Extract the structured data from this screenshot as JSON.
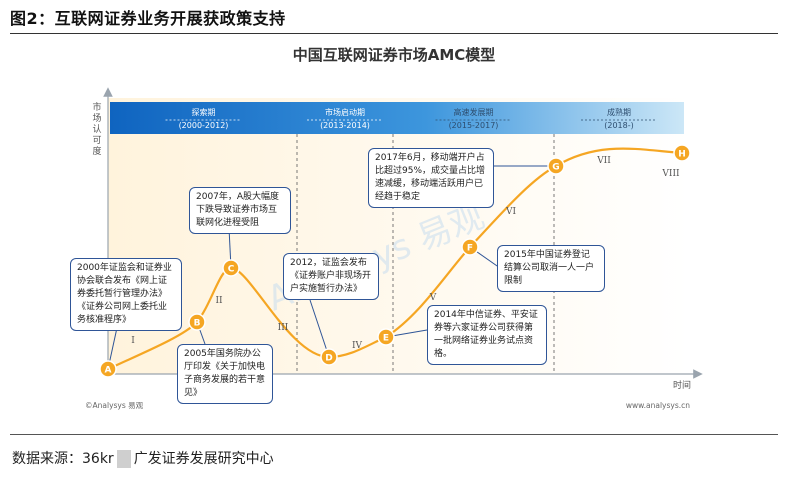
{
  "figure": {
    "title": "图2：互联网证券业务开展获政策支持",
    "source_prefix": "数据来源：",
    "source_num": "36kr",
    "source_suffix": "广发证券发展研究中心"
  },
  "chart_data": {
    "type": "line",
    "title": "中国互联网证券市场AMC模型",
    "ylabel": "市场认可度",
    "xlabel": "时间",
    "phases": [
      {
        "name": "探索期",
        "years": "(2000-2012)",
        "color": "#1a6fc4"
      },
      {
        "name": "市场启动期",
        "years": "(2013-2014)",
        "color": "#2f86d6"
      },
      {
        "name": "高速发展期",
        "years": "(2015-2017)",
        "color": "#58a8e6"
      },
      {
        "name": "成熟期",
        "years": "(2018-)",
        "color": "#9ccfee"
      }
    ],
    "points": [
      "A",
      "B",
      "C",
      "D",
      "E",
      "F",
      "G",
      "H"
    ],
    "segments": [
      "I",
      "II",
      "III",
      "IV",
      "V",
      "VI",
      "VII",
      "VIII"
    ],
    "callouts": [
      {
        "point": "A",
        "text": "2000年证监会和证券业协会联合发布《网上证券委托暂行管理办法》《证券公司网上委托业务核准程序》"
      },
      {
        "point": "B",
        "text": "2005年国务院办公厅印发《关于加快电子商务发展的若干意见》"
      },
      {
        "point": "C",
        "text": "2007年，A股大幅度下跌导致证券市场互联网化进程受阻"
      },
      {
        "point": "D",
        "text": "2012，证监会发布《证券账户非现场开户实施暂行办法》"
      },
      {
        "point": "E",
        "text": "2014年中信证券、平安证券等六家证券公司获得第一批网络证券业务试点资格。"
      },
      {
        "point": "F",
        "text": "2015年中国证券登记结算公司取消一人一户限制"
      },
      {
        "point": "G",
        "text": "2017年6月，移动端开户占比超过95%，成交量占比增速减缓，移动端活跃用户已经趋于稳定"
      }
    ],
    "watermark": "Analysys 易观",
    "left_credit": "©Analysys 易观",
    "right_credit": "www.analysys.cn",
    "colors": {
      "curve": "#f5a623",
      "marker": "#f5a623",
      "accent": "#2f5597"
    }
  }
}
